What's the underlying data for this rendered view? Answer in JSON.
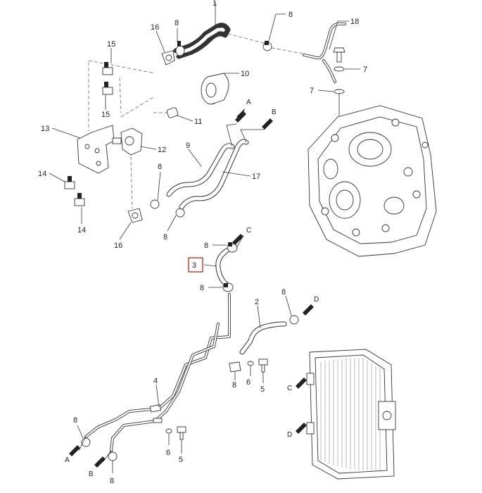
{
  "diagram": {
    "callouts": [
      {
        "id": "c1",
        "text": "1"
      },
      {
        "id": "c8a",
        "text": "8"
      },
      {
        "id": "c16a",
        "text": "16"
      },
      {
        "id": "c8b",
        "text": "8"
      },
      {
        "id": "c18",
        "text": "18"
      },
      {
        "id": "c15a",
        "text": "15"
      },
      {
        "id": "c15b",
        "text": "15"
      },
      {
        "id": "c10",
        "text": "10"
      },
      {
        "id": "c7a",
        "text": "7"
      },
      {
        "id": "c7b",
        "text": "7"
      },
      {
        "id": "c11",
        "text": "11"
      },
      {
        "id": "c13",
        "text": "13"
      },
      {
        "id": "c12",
        "text": "12"
      },
      {
        "id": "c9",
        "text": "9"
      },
      {
        "id": "c17",
        "text": "17"
      },
      {
        "id": "c14a",
        "text": "14"
      },
      {
        "id": "c8c",
        "text": "8"
      },
      {
        "id": "c14b",
        "text": "14"
      },
      {
        "id": "c16b",
        "text": "16"
      },
      {
        "id": "c8d",
        "text": "8"
      },
      {
        "id": "c8e",
        "text": "8"
      },
      {
        "id": "c3",
        "text": "3"
      },
      {
        "id": "c8f",
        "text": "8"
      },
      {
        "id": "c2",
        "text": "2"
      },
      {
        "id": "c8g",
        "text": "8"
      },
      {
        "id": "c4",
        "text": "4"
      },
      {
        "id": "c8h",
        "text": "8"
      },
      {
        "id": "c6a",
        "text": "6"
      },
      {
        "id": "c5a",
        "text": "5"
      },
      {
        "id": "c6b",
        "text": "6"
      },
      {
        "id": "c5b",
        "text": "5"
      },
      {
        "id": "c8i",
        "text": "8"
      },
      {
        "id": "c8j",
        "text": "8"
      }
    ],
    "arrow_labels": [
      {
        "id": "aA1",
        "text": "A"
      },
      {
        "id": "aB1",
        "text": "B"
      },
      {
        "id": "aC1",
        "text": "C"
      },
      {
        "id": "aD1",
        "text": "D"
      },
      {
        "id": "aC2",
        "text": "C"
      },
      {
        "id": "aD2",
        "text": "D"
      },
      {
        "id": "aA2",
        "text": "A"
      },
      {
        "id": "aB2",
        "text": "B"
      }
    ],
    "highlighted_part": "3"
  }
}
